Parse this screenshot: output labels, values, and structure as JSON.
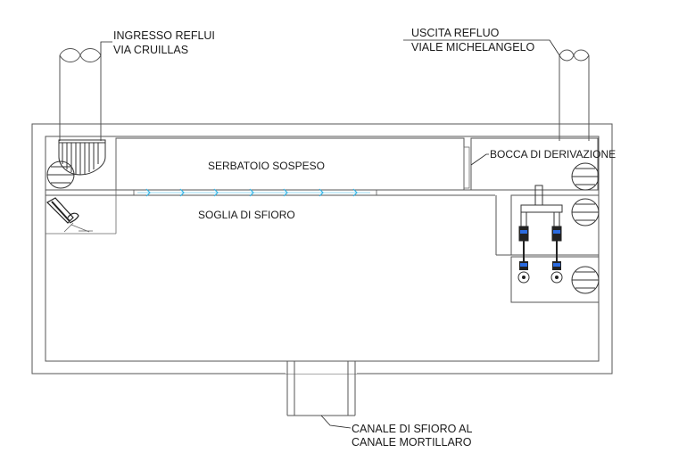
{
  "labels": {
    "ingresso_line1": "INGRESSO REFLUI",
    "ingresso_line2": "VIA CRUILLAS",
    "uscita_line1": "USCITA REFLUO",
    "uscita_line2": "VIALE MICHELANGELO",
    "serbatoio": "SERBATOIO SOSPESO",
    "bocca": "BOCCA DI DERIVAZIONE",
    "soglia": "SOGLIA DI SFIORO",
    "canale_line1": "CANALE DI SFIORO AL",
    "canale_line2": "CANALE MORTILLARO"
  },
  "colors": {
    "flow_arrows": "#33b6e8",
    "lines": "#555555"
  },
  "icons": [
    "pipe-icon",
    "pump-icon",
    "valve-icon",
    "mixer-icon",
    "flow-arrow-icon"
  ]
}
